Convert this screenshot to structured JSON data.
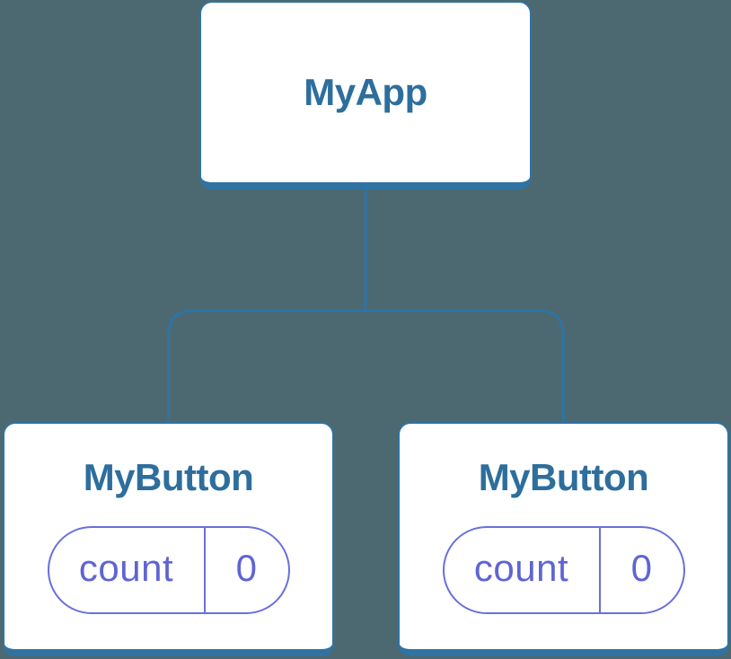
{
  "diagram": {
    "type": "component-tree",
    "root": {
      "label": "MyApp"
    },
    "children": [
      {
        "label": "MyButton",
        "state": {
          "name": "count",
          "value": "0"
        }
      },
      {
        "label": "MyButton",
        "state": {
          "name": "count",
          "value": "0"
        }
      }
    ]
  },
  "colors": {
    "background": "#4C6971",
    "connector_line": "#2F73A3",
    "node_border": "#2F73A3",
    "node_label_text": "#2D6E9D",
    "node_fill": "#FFFFFF",
    "state_pill_border": "#6A6FDB",
    "state_pill_text": "#5F64D3"
  }
}
